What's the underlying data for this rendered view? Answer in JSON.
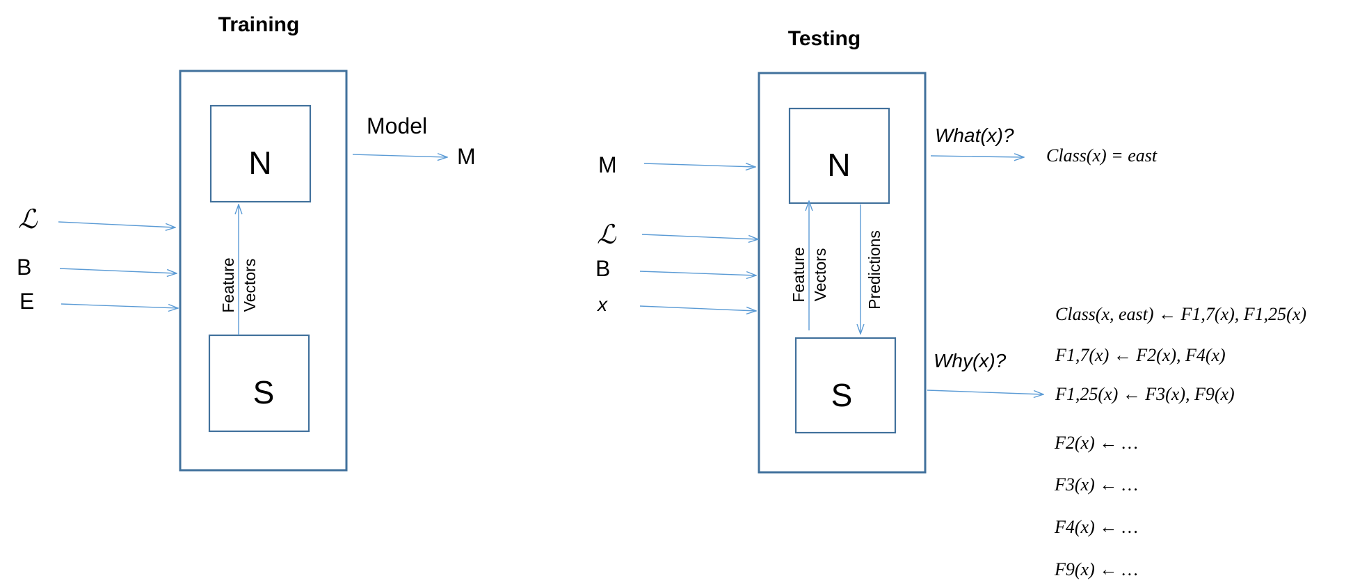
{
  "training": {
    "heading": "Training",
    "inputs": [
      "ℒ",
      "B",
      "E"
    ],
    "box_top": "N",
    "box_bottom": "S",
    "link_label_line1": "Feature",
    "link_label_line2": "Vectors",
    "output_label": "Model",
    "output": "M"
  },
  "testing": {
    "heading": "Testing",
    "inputs": [
      "M",
      "ℒ",
      "B",
      "x"
    ],
    "box_top": "N",
    "box_bottom": "S",
    "up_label_line1": "Feature",
    "up_label_line2": "Vectors",
    "down_label": "Predictions",
    "what_label": "What(x)?",
    "what_result": "Class(x) = east",
    "why_label": "Why(x)?",
    "rules": [
      "Class(x, east) ← F1,7(x), F1,25(x)",
      "F1,7(x) ← F2(x), F4(x)",
      "F1,25(x) ← F3(x), F9(x)",
      "F2(x) ←  …",
      "F3(x) ←  …",
      "F4(x) ←  …",
      "F9(x) ←  …"
    ]
  },
  "colors": {
    "box_stroke": "#41719c",
    "arrow": "#5b9bd5"
  }
}
